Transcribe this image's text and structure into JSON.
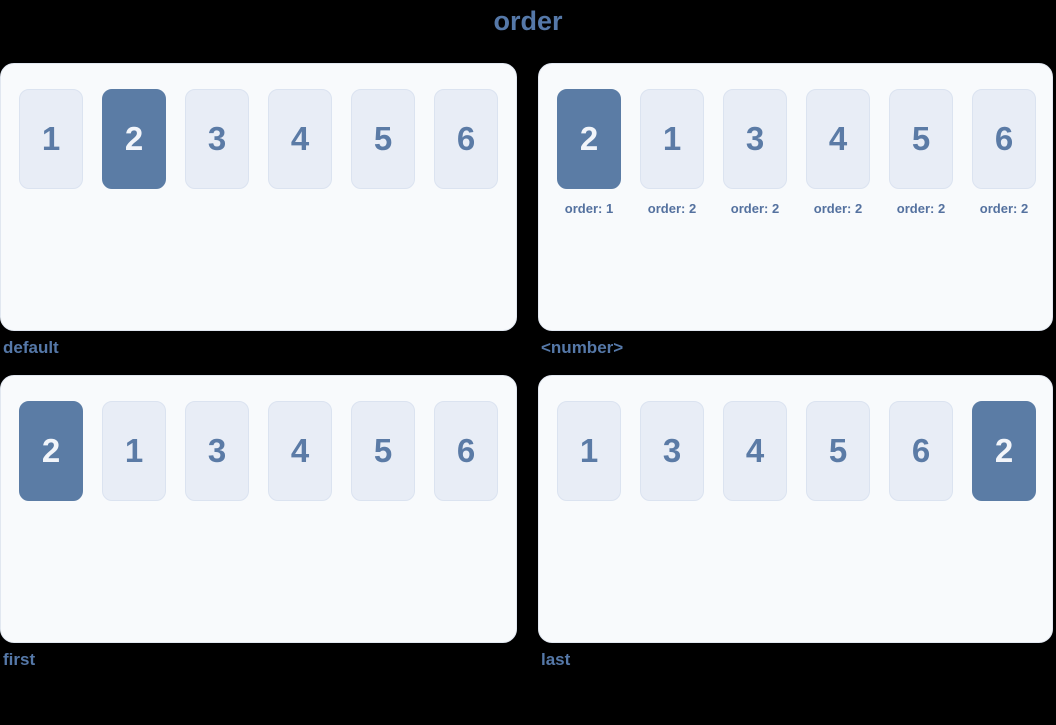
{
  "page": {
    "title": "order"
  },
  "colors": {
    "background": "#000000",
    "panel_bg": "#f8fafc",
    "panel_border": "#e1e7f0",
    "box_bg": "#e8edf6",
    "box_border": "#dbe3f0",
    "box_text": "#5b7ba6",
    "highlight_bg": "#5b7ca5",
    "highlight_text": "#f2f5fa",
    "label_text": "#5578a8",
    "order_label_text": "#54719f"
  },
  "examples": [
    {
      "label": "default",
      "items": [
        {
          "value": "1",
          "highlight": false
        },
        {
          "value": "2",
          "highlight": true
        },
        {
          "value": "3",
          "highlight": false
        },
        {
          "value": "4",
          "highlight": false
        },
        {
          "value": "5",
          "highlight": false
        },
        {
          "value": "6",
          "highlight": false
        }
      ]
    },
    {
      "label": "<number>",
      "items": [
        {
          "value": "2",
          "highlight": true,
          "order_label": "order: 1"
        },
        {
          "value": "1",
          "highlight": false,
          "order_label": "order: 2"
        },
        {
          "value": "3",
          "highlight": false,
          "order_label": "order: 2"
        },
        {
          "value": "4",
          "highlight": false,
          "order_label": "order: 2"
        },
        {
          "value": "5",
          "highlight": false,
          "order_label": "order: 2"
        },
        {
          "value": "6",
          "highlight": false,
          "order_label": "order: 2"
        }
      ]
    },
    {
      "label": "first",
      "items": [
        {
          "value": "2",
          "highlight": true
        },
        {
          "value": "1",
          "highlight": false
        },
        {
          "value": "3",
          "highlight": false
        },
        {
          "value": "4",
          "highlight": false
        },
        {
          "value": "5",
          "highlight": false
        },
        {
          "value": "6",
          "highlight": false
        }
      ]
    },
    {
      "label": "last",
      "items": [
        {
          "value": "1",
          "highlight": false
        },
        {
          "value": "3",
          "highlight": false
        },
        {
          "value": "4",
          "highlight": false
        },
        {
          "value": "5",
          "highlight": false
        },
        {
          "value": "6",
          "highlight": false
        },
        {
          "value": "2",
          "highlight": true
        }
      ]
    }
  ]
}
